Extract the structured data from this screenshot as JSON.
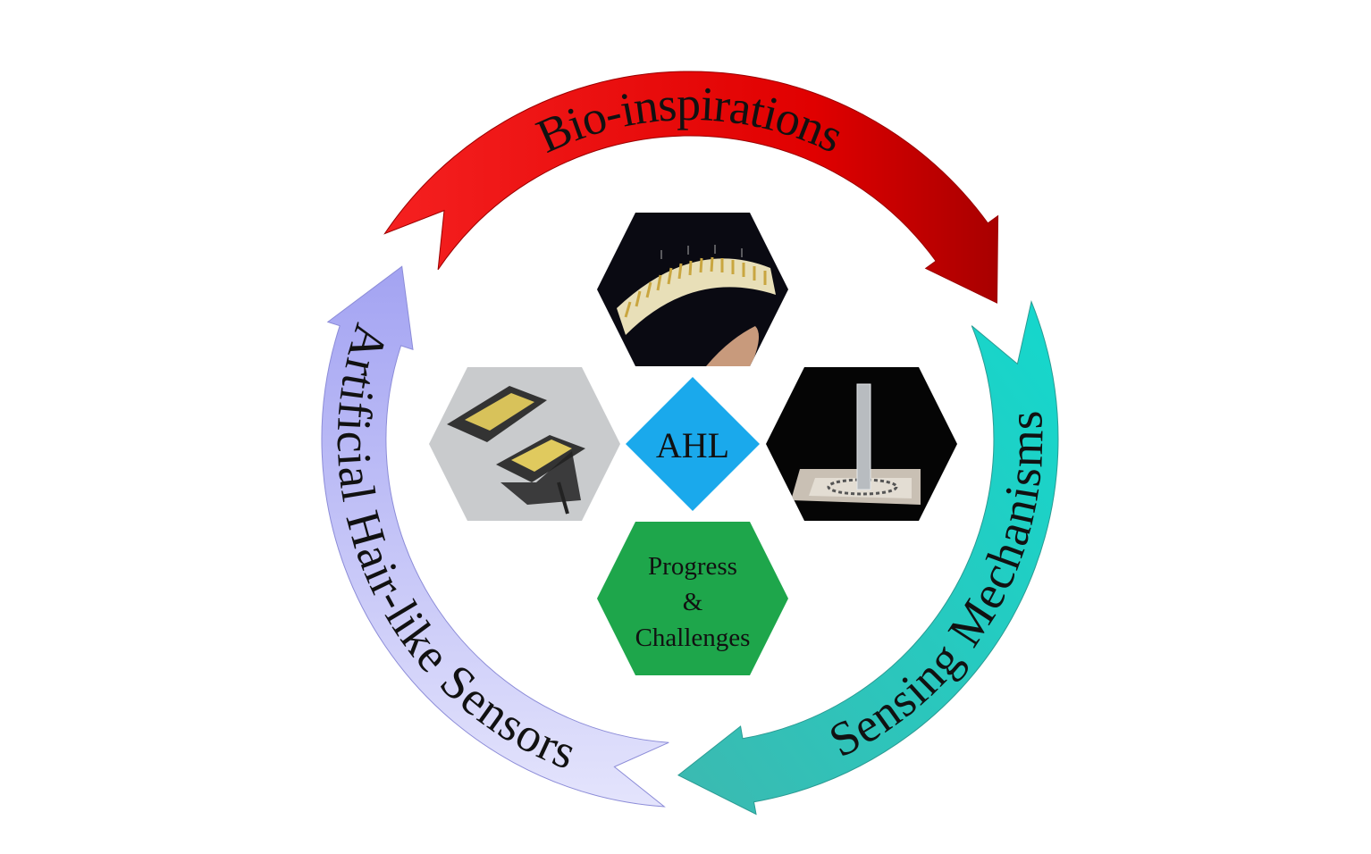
{
  "cycle": {
    "stage1": {
      "label": "Bio-inspirations",
      "color_start": "#f01818",
      "color_end": "#b40000"
    },
    "stage2": {
      "label": "Sensing Mechanisms",
      "color_start": "#3cbfb4",
      "color_end": "#16d6cc"
    },
    "stage3": {
      "label": "Artificial Hair-like Sensors",
      "color_start": "#a3a3f2",
      "color_end": "#e2e2fb"
    }
  },
  "center": {
    "core_label": "AHL",
    "core_color": "#1aa9ec",
    "outlook": {
      "line1": "Progress",
      "line2": "&",
      "line3": "Challenges",
      "color": "#1ea64b"
    }
  }
}
